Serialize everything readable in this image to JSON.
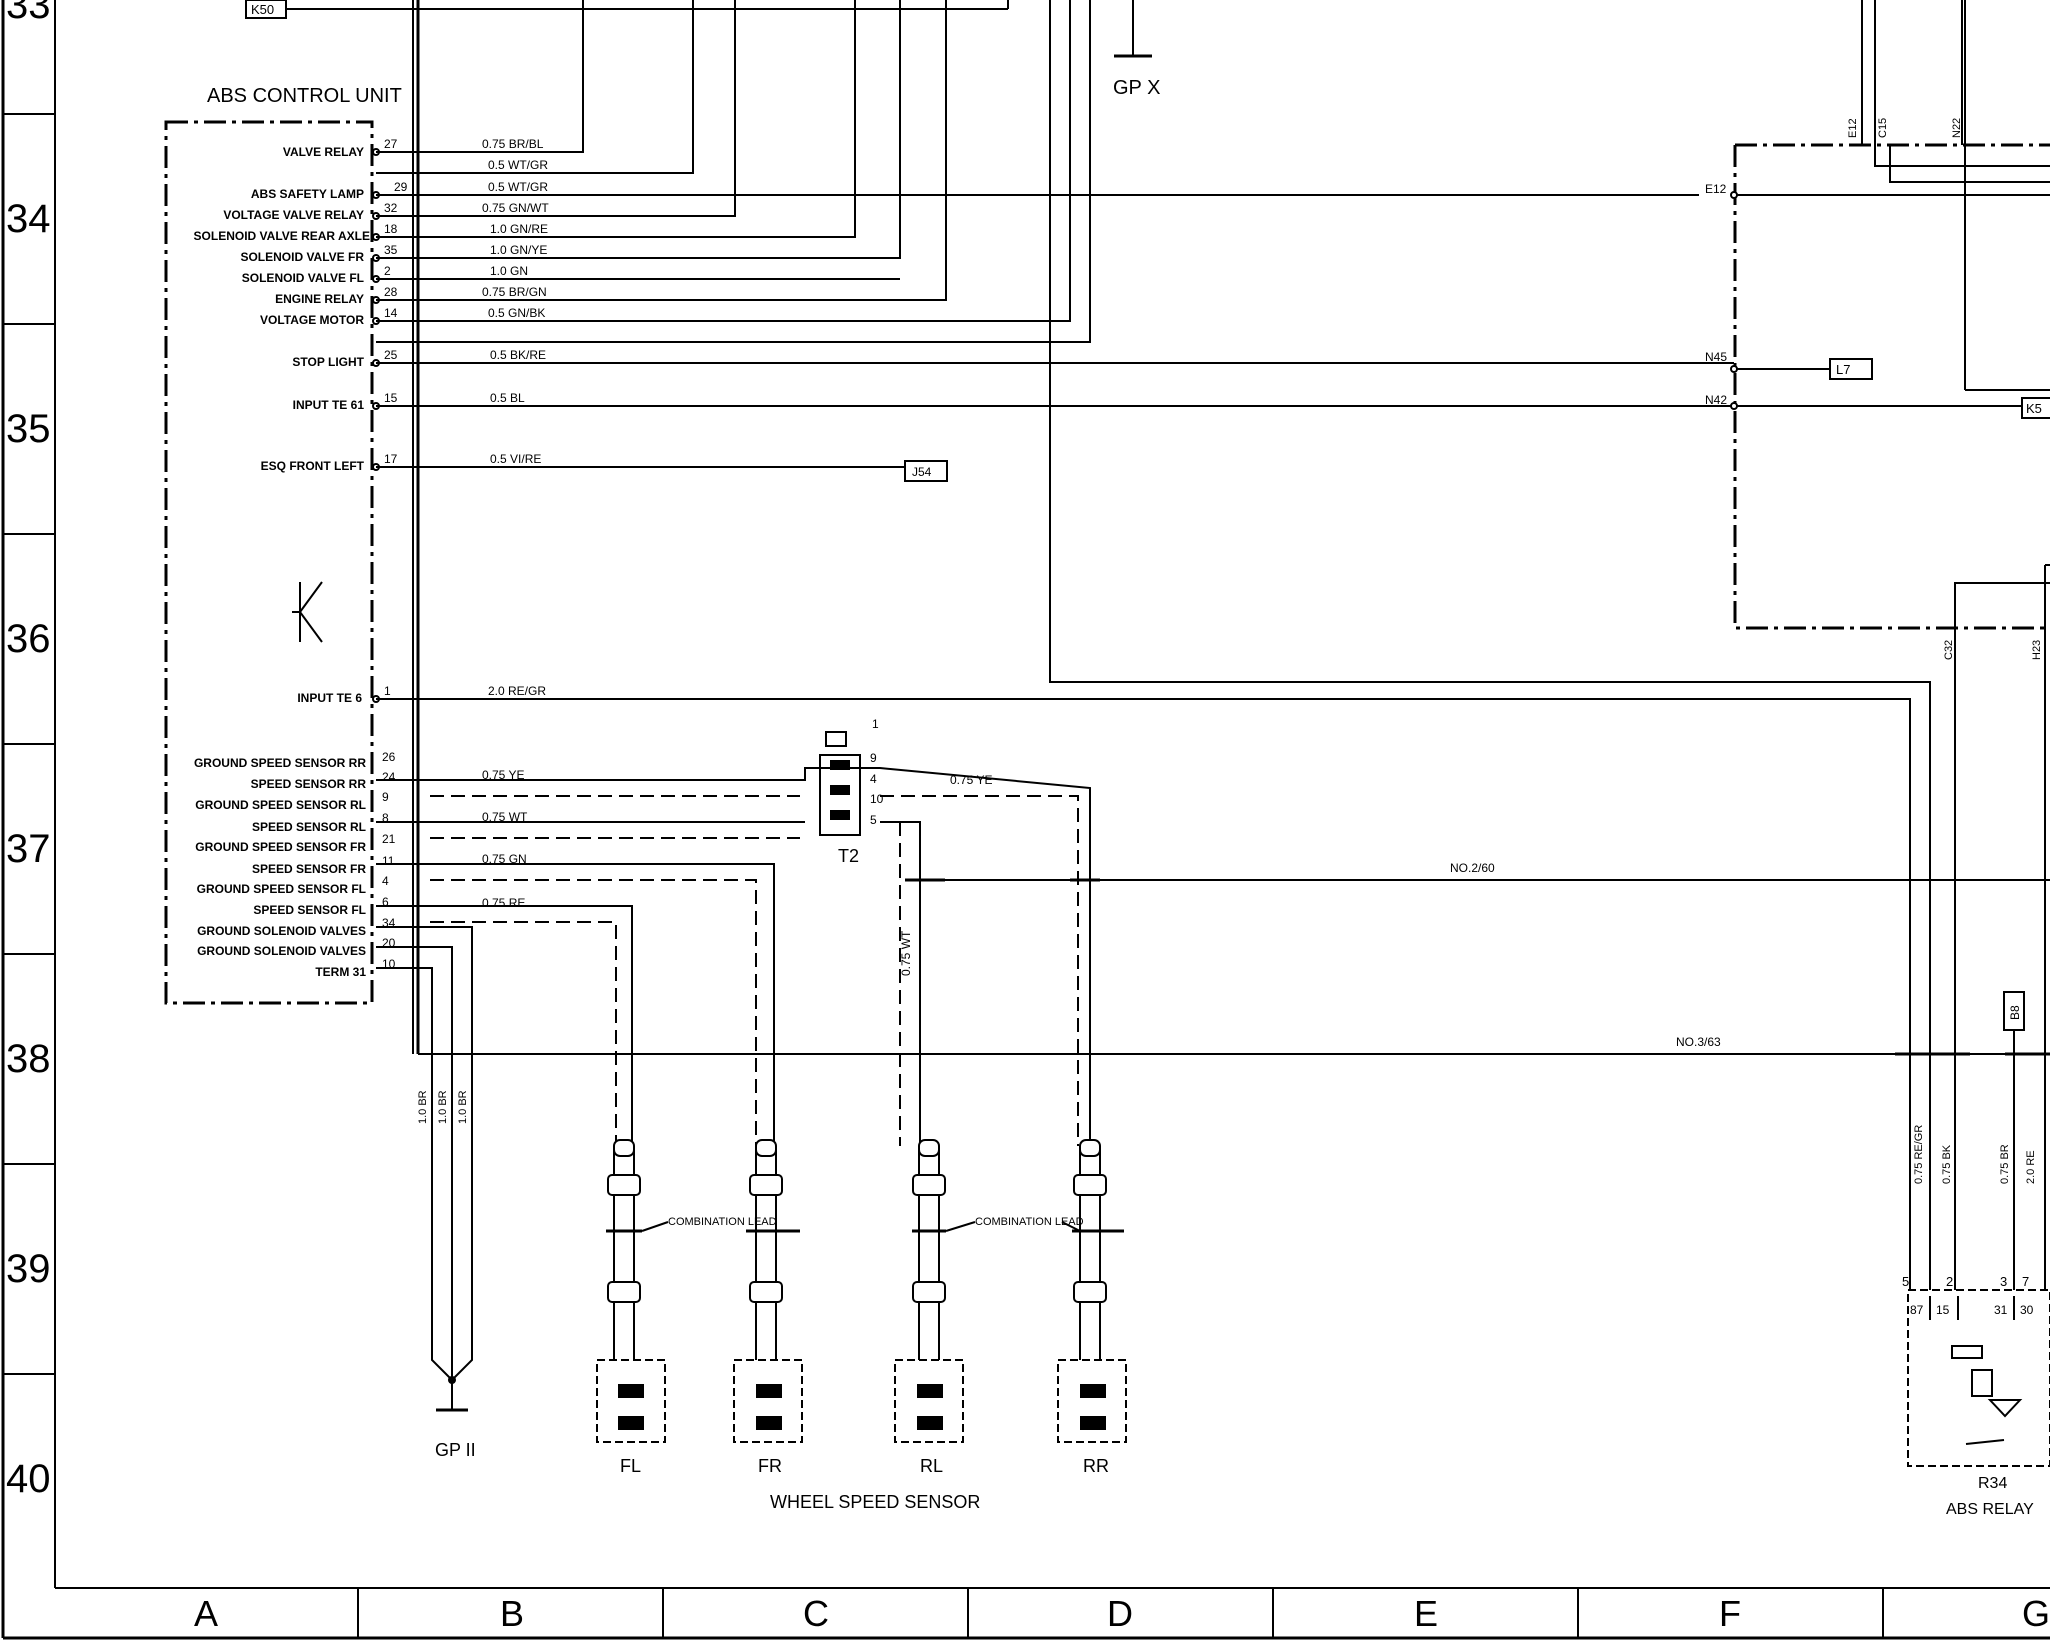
{
  "rows": [
    "33",
    "34",
    "35",
    "36",
    "37",
    "38",
    "39",
    "40"
  ],
  "cols": [
    "A",
    "B",
    "C",
    "D",
    "E",
    "F",
    "G"
  ],
  "control_unit": {
    "title": "ABS CONTROL UNIT",
    "pins": [
      {
        "label": "VALVE RELAY",
        "pin": "27",
        "wire": "0.75 BR/BL"
      },
      {
        "label": "",
        "pin": "",
        "wire": "0.5 WT/GR"
      },
      {
        "label": "ABS SAFETY LAMP",
        "pin": "29",
        "wire": "0.5 WT/GR"
      },
      {
        "label": "VOLTAGE VALVE RELAY",
        "pin": "32",
        "wire": "0.75 GN/WT"
      },
      {
        "label": "SOLENOID VALVE REAR AXLE",
        "pin": "18",
        "wire": "1.0 GN/RE"
      },
      {
        "label": "SOLENOID VALVE FR",
        "pin": "35",
        "wire": "1.0 GN/YE"
      },
      {
        "label": "SOLENOID VALVE FL",
        "pin": "2",
        "wire": "1.0 GN"
      },
      {
        "label": "ENGINE RELAY",
        "pin": "28",
        "wire": "0.75 BR/GN"
      },
      {
        "label": "VOLTAGE MOTOR",
        "pin": "14",
        "wire": "0.5 GN/BK"
      },
      {
        "label": "STOP LIGHT",
        "pin": "25",
        "wire": "0.5 BK/RE"
      },
      {
        "label": "INPUT TE 61",
        "pin": "15",
        "wire": "0.5 BL"
      },
      {
        "label": "ESQ FRONT LEFT",
        "pin": "17",
        "wire": "0.5 VI/RE"
      },
      {
        "label": "INPUT TE 6",
        "pin": "1",
        "wire": "2.0 RE/GR"
      }
    ],
    "sensor_pins": [
      {
        "label": "GROUND SPEED SENSOR RR",
        "pin": "26"
      },
      {
        "label": "SPEED SENSOR RR",
        "pin": "24"
      },
      {
        "label": "GROUND SPEED SENSOR RL",
        "pin": "9"
      },
      {
        "label": "SPEED SENSOR RL",
        "pin": "8"
      },
      {
        "label": "GROUND SPEED SENSOR FR",
        "pin": "21"
      },
      {
        "label": "SPEED SENSOR FR",
        "pin": "11"
      },
      {
        "label": "GROUND SPEED SENSOR FL",
        "pin": "4"
      },
      {
        "label": "SPEED SENSOR FL",
        "pin": "6"
      },
      {
        "label": "GROUND SOLENOID VALVES",
        "pin": "34"
      },
      {
        "label": "GROUND SOLENOID VALVES",
        "pin": "20"
      },
      {
        "label": "TERM 31",
        "pin": "10"
      }
    ],
    "sensor_wires": [
      "0.75 YE",
      "0.75 WT",
      "0.75 GN",
      "0.75 RE"
    ]
  },
  "refs": {
    "k50": "K50",
    "j54": "J54",
    "l7": "L7",
    "k5": "K5",
    "b8": "B8",
    "gpx": "GP X",
    "gp2": "GP II"
  },
  "connector_t2": {
    "name": "T2",
    "pins": [
      "1",
      "9",
      "4",
      "10",
      "5"
    ],
    "wire_ye": "0.75 YE",
    "wire_wt": "0.75 WT"
  },
  "ground_wires": [
    "1.0 BR",
    "1.0 BR",
    "1.0 BR"
  ],
  "right_unit": {
    "e12": "E12",
    "n45": "N45",
    "n42": "N42",
    "top_pins": [
      "E12",
      "C15",
      "N22"
    ],
    "c32": "C32",
    "h23": "H23"
  },
  "buses": {
    "n2_60": "NO.2/60",
    "n3_63": "NO.3/63"
  },
  "sensors": {
    "labels": [
      "FL",
      "FR",
      "RL",
      "RR"
    ],
    "title": "WHEEL SPEED SENSOR",
    "combo": "COMBINATION LEAD"
  },
  "relay": {
    "id": "R34",
    "name": "ABS RELAY",
    "wires": [
      "0.75 RE/GR",
      "0.75 BK",
      "0.75 BR",
      "2.0 RE"
    ],
    "top_pins": [
      "5",
      "2",
      "3",
      "7"
    ],
    "terms": [
      "87",
      "15",
      "31",
      "30"
    ]
  }
}
